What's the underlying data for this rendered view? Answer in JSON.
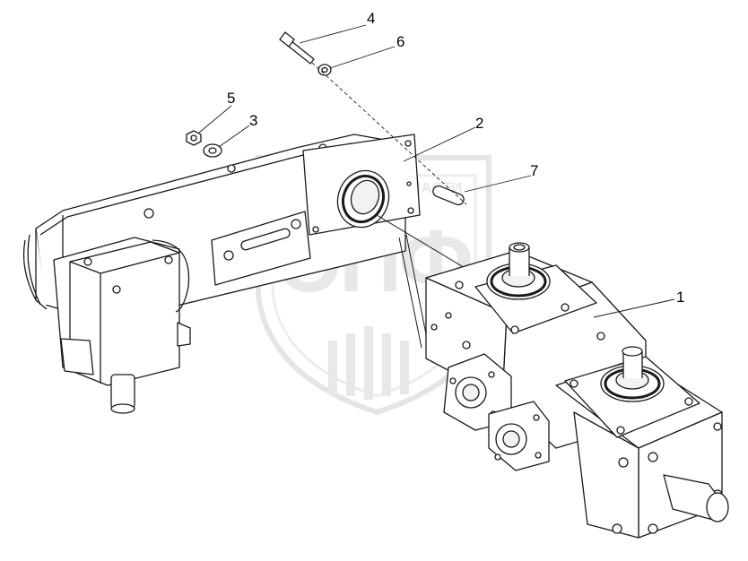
{
  "diagram": {
    "callouts": [
      {
        "id": "4",
        "label": "4"
      },
      {
        "id": "6",
        "label": "6"
      },
      {
        "id": "5",
        "label": "5"
      },
      {
        "id": "3",
        "label": "3"
      },
      {
        "id": "2",
        "label": "2"
      },
      {
        "id": "7",
        "label": "7"
      },
      {
        "id": "1",
        "label": "1"
      }
    ],
    "watermark": {
      "caption": "ТЕХНИКА И ЗАПЧАСТИ",
      "logo_text": "ЭПФ"
    },
    "colors": {
      "line": "#1a1a1a",
      "fill": "#ffffff",
      "watermark": "#e3e3e3",
      "shade": "#f2f2f2"
    }
  }
}
